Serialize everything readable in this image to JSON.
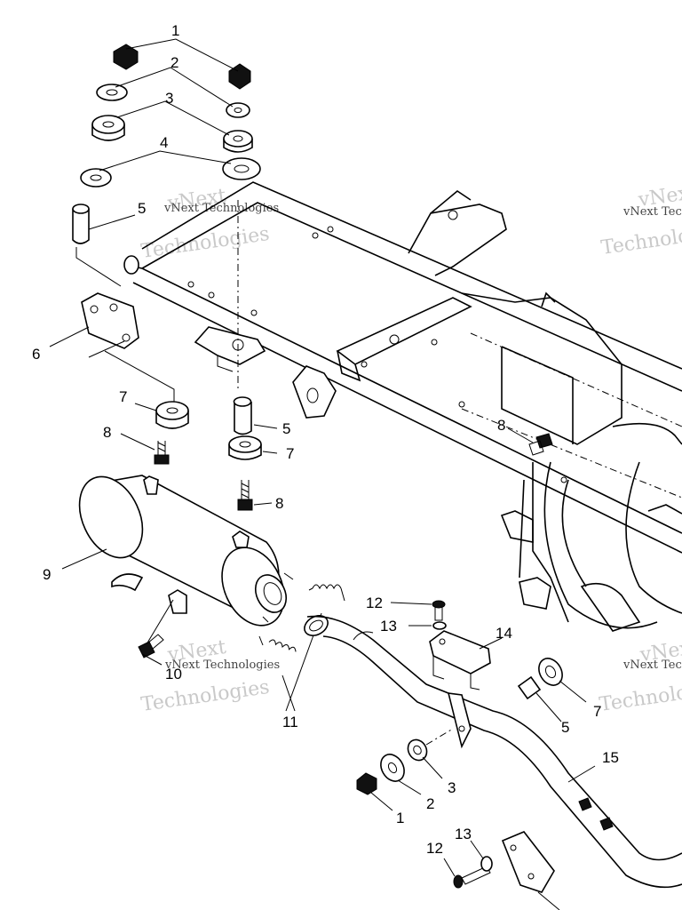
{
  "callouts": {
    "c1a": "1",
    "c2a": "2",
    "c3a": "3",
    "c4a": "4",
    "c5a": "5",
    "c6": "6",
    "c7a": "7",
    "c8a": "8",
    "c5b": "5",
    "c7b": "7",
    "c8b": "8",
    "c8c": "8",
    "c9": "9",
    "c10": "10",
    "c11": "11",
    "c12a": "12",
    "c13a": "13",
    "c14": "14",
    "c5c": "5",
    "c7c": "7",
    "c15": "15",
    "c3b": "3",
    "c2b": "2",
    "c1b": "1",
    "c13b": "13",
    "c12b": "12"
  },
  "watermark": {
    "brand_a": "vNext",
    "tech_a": "Technologies",
    "full_a": "vNext Technologies",
    "brand_b": "vNext",
    "tech_b": "Technologies",
    "full_b": "vNext Technologies",
    "brand_c": "vNext",
    "tech_c": "Technologies",
    "full_c": "vNext Technologies",
    "brand_d": "vNext",
    "tech_d": "Technologies",
    "full_d": "vNext Technologies"
  }
}
